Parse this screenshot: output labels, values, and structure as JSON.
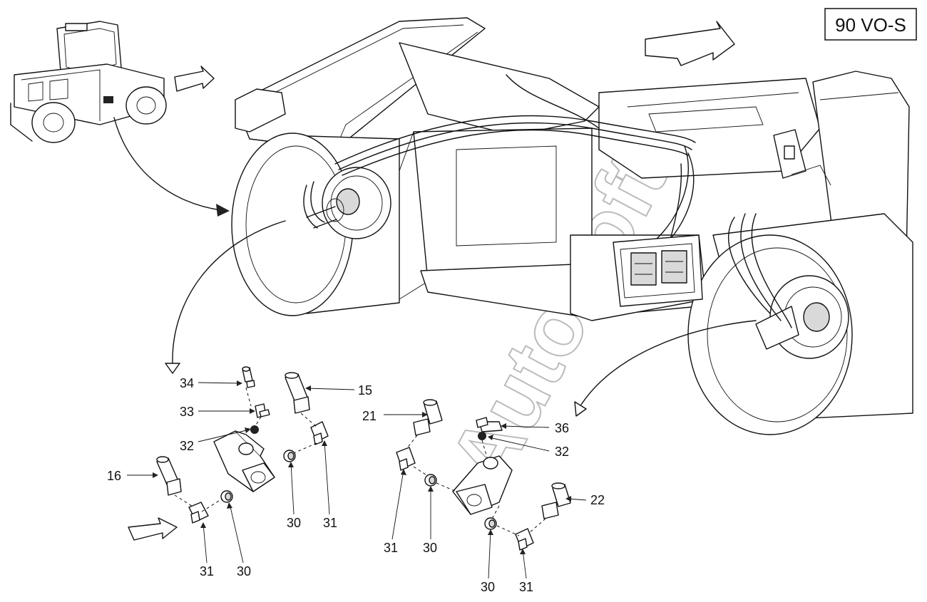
{
  "badge": {
    "text": "90 VO-S"
  },
  "watermark": {
    "text": "AutoSoft"
  },
  "callouts": [
    {
      "id": "l34",
      "text": "34"
    },
    {
      "id": "l33",
      "text": "33"
    },
    {
      "id": "l32a",
      "text": "32"
    },
    {
      "id": "l16",
      "text": "16"
    },
    {
      "id": "l15",
      "text": "15"
    },
    {
      "id": "l21",
      "text": "21"
    },
    {
      "id": "l36",
      "text": "36"
    },
    {
      "id": "l32b",
      "text": "32"
    },
    {
      "id": "l22",
      "text": "22"
    },
    {
      "id": "l30a",
      "text": "30"
    },
    {
      "id": "l31a",
      "text": "31"
    },
    {
      "id": "l31b",
      "text": "31"
    },
    {
      "id": "l30b",
      "text": "30"
    },
    {
      "id": "l31c",
      "text": "31"
    },
    {
      "id": "l30c",
      "text": "30"
    },
    {
      "id": "l30d",
      "text": "30"
    },
    {
      "id": "l31d",
      "text": "31"
    }
  ]
}
